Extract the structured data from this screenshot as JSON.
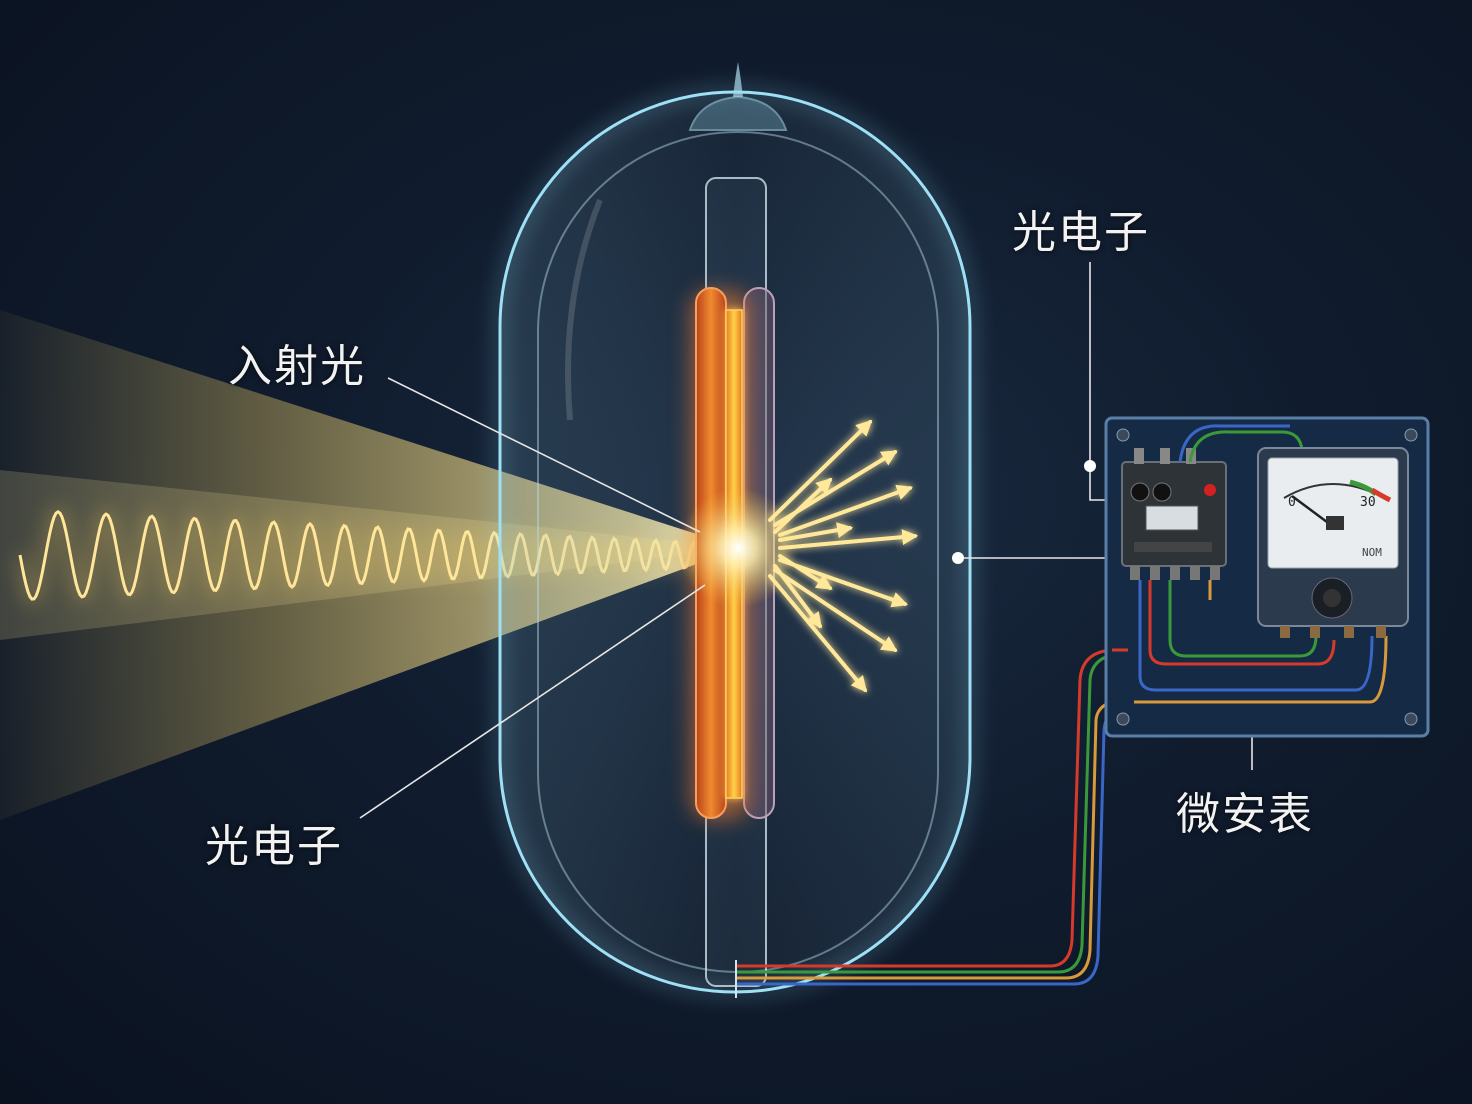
{
  "labels": {
    "incident_light": "入射光",
    "photoelectron_left": "光电子",
    "photoelectron_right": "光电子",
    "microammeter": "微安表"
  },
  "meter": {
    "scale_start": "0",
    "scale_end": "30",
    "unit_text": "NOM"
  },
  "colors": {
    "background": "#0f1a2b",
    "light_beam": "#f5d36a",
    "tube_glow": "#8fd8f0",
    "cathode": "#e8742a",
    "wire_red": "#d63a2a",
    "wire_green": "#3a9a3a",
    "wire_blue": "#3a66c8",
    "wire_orange": "#d89a3a",
    "leader_line": "#e6e6e6"
  }
}
